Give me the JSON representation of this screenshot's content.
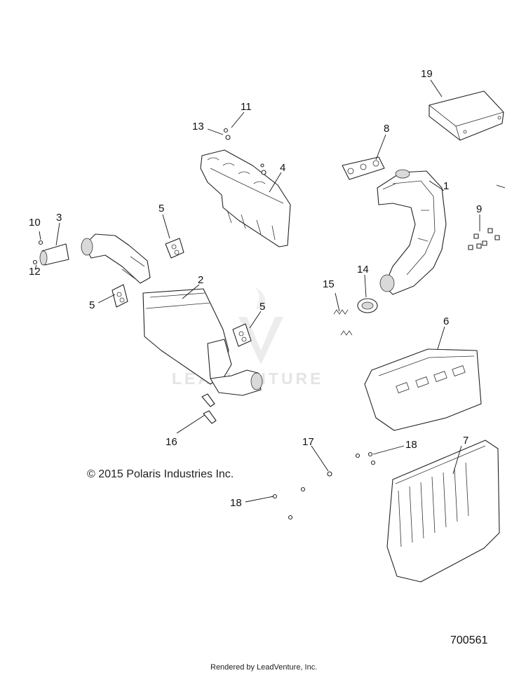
{
  "callouts": {
    "c1": "1",
    "c2": "2",
    "c3": "3",
    "c4": "4",
    "c5a": "5",
    "c5b": "5",
    "c5c": "5",
    "c6": "6",
    "c7": "7",
    "c8": "8",
    "c9": "9",
    "c10": "10",
    "c11": "11",
    "c12": "12",
    "c13": "13",
    "c14": "14",
    "c15": "15",
    "c16": "16",
    "c17": "17",
    "c18a": "18",
    "c18b": "18",
    "c19": "19"
  },
  "copyright": "© 2015 Polaris Industries Inc.",
  "document_number": "700561",
  "footer": "Rendered by LeadVenture, Inc.",
  "watermark": "LEADVENTURE"
}
